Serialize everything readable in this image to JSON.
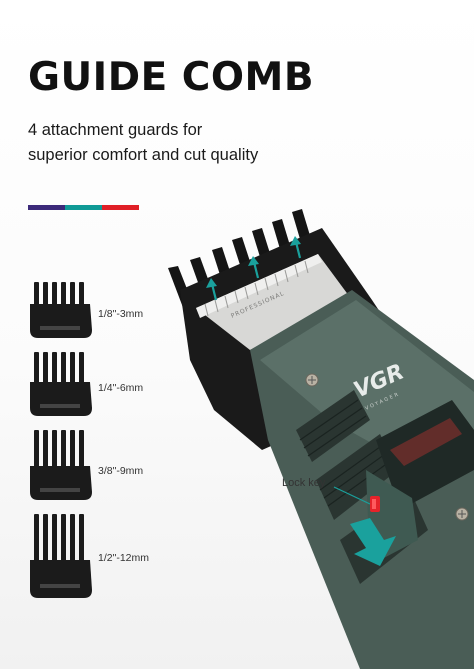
{
  "title": "GUIDE COMB",
  "subtitle": [
    "4 attachment guards for",
    "superior comfort and cut quality"
  ],
  "colors": {
    "bar": [
      "#3c2a7a",
      "#0f9a96",
      "#e01f26"
    ],
    "accent": "#1aa19d",
    "clipper_body": "#4a5d56",
    "lock_key": "#e5232a"
  },
  "guards": [
    {
      "label": "1/8\"-3mm"
    },
    {
      "label": "1/4\"-6mm"
    },
    {
      "label": "3/8\"-9mm"
    },
    {
      "label": "1/2\"-12mm"
    }
  ],
  "lock_key_label": "Lock key",
  "brand": "VGR",
  "brand_sub": "VOYAGER",
  "blade_text": "PROFESSIONAL"
}
